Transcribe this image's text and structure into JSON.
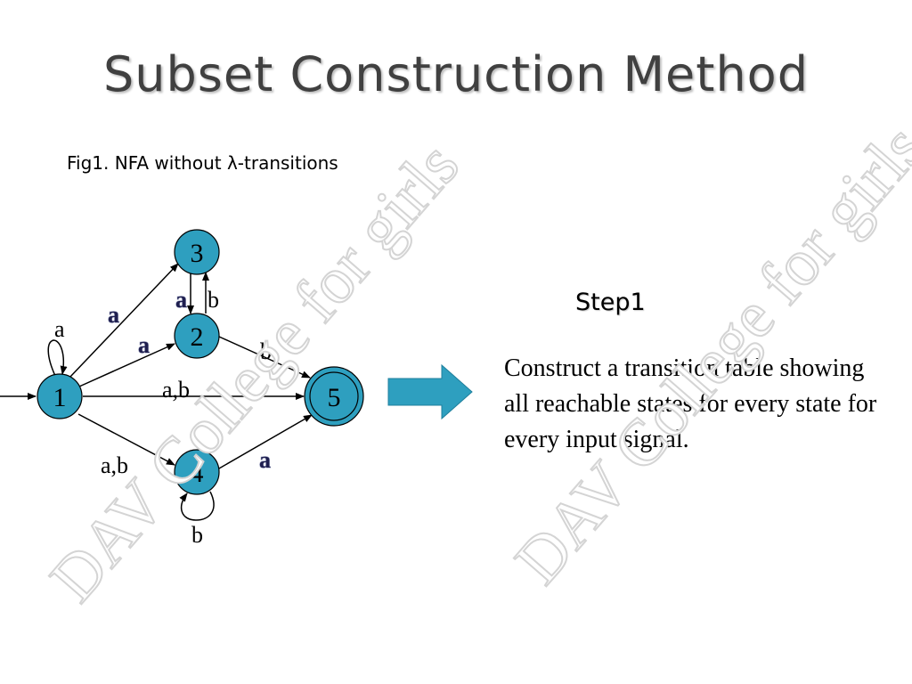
{
  "title": "Subset Construction Method",
  "figure_caption": "Fig1. NFA without λ-transitions",
  "step_heading": "Step1",
  "step_text": "Construct a transition table showing all reachable states for every state for every input signal.",
  "watermark": "DAV College for girls",
  "colors": {
    "state_fill": "#2e9fbf",
    "arrow_fill": "#2e9fbf",
    "title": "#404040"
  },
  "nfa": {
    "states": [
      "1",
      "2",
      "3",
      "4",
      "5"
    ],
    "start_state": "1",
    "accept_states": [
      "5"
    ],
    "transitions": [
      {
        "from": "1",
        "to": "1",
        "label": "a"
      },
      {
        "from": "1",
        "to": "3",
        "label": "a"
      },
      {
        "from": "1",
        "to": "2",
        "label": "a"
      },
      {
        "from": "1",
        "to": "5",
        "label": "a,b"
      },
      {
        "from": "1",
        "to": "4",
        "label": "a,b"
      },
      {
        "from": "3",
        "to": "2",
        "label": "a"
      },
      {
        "from": "2",
        "to": "3",
        "label": "b"
      },
      {
        "from": "2",
        "to": "5",
        "label": "b"
      },
      {
        "from": "4",
        "to": "5",
        "label": "a"
      },
      {
        "from": "4",
        "to": "4",
        "label": "b"
      }
    ]
  }
}
